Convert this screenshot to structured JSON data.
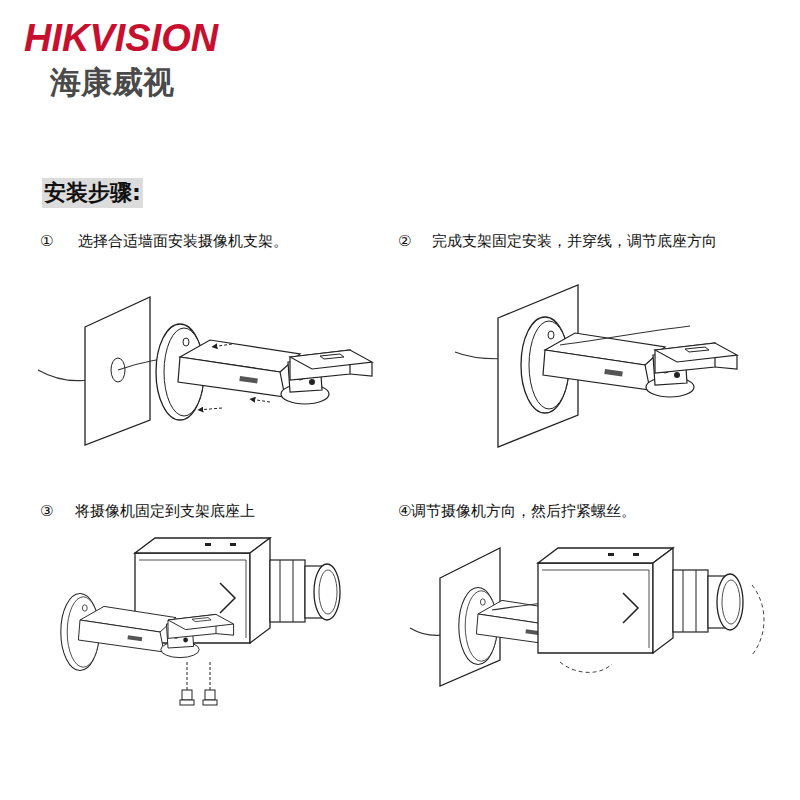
{
  "diagram": {
    "title": "安装步骤:",
    "labels": [
      "HIKVISION",
      "海康威视",
      "①",
      "选择合适墙面安装摄像机支架。",
      "②",
      "完成支架固定安装，并穿线，调节底座方向",
      "③",
      "将摄像机固定到支架底座上",
      "④调节摄像机方向，然后拧紧螺丝。"
    ]
  }
}
